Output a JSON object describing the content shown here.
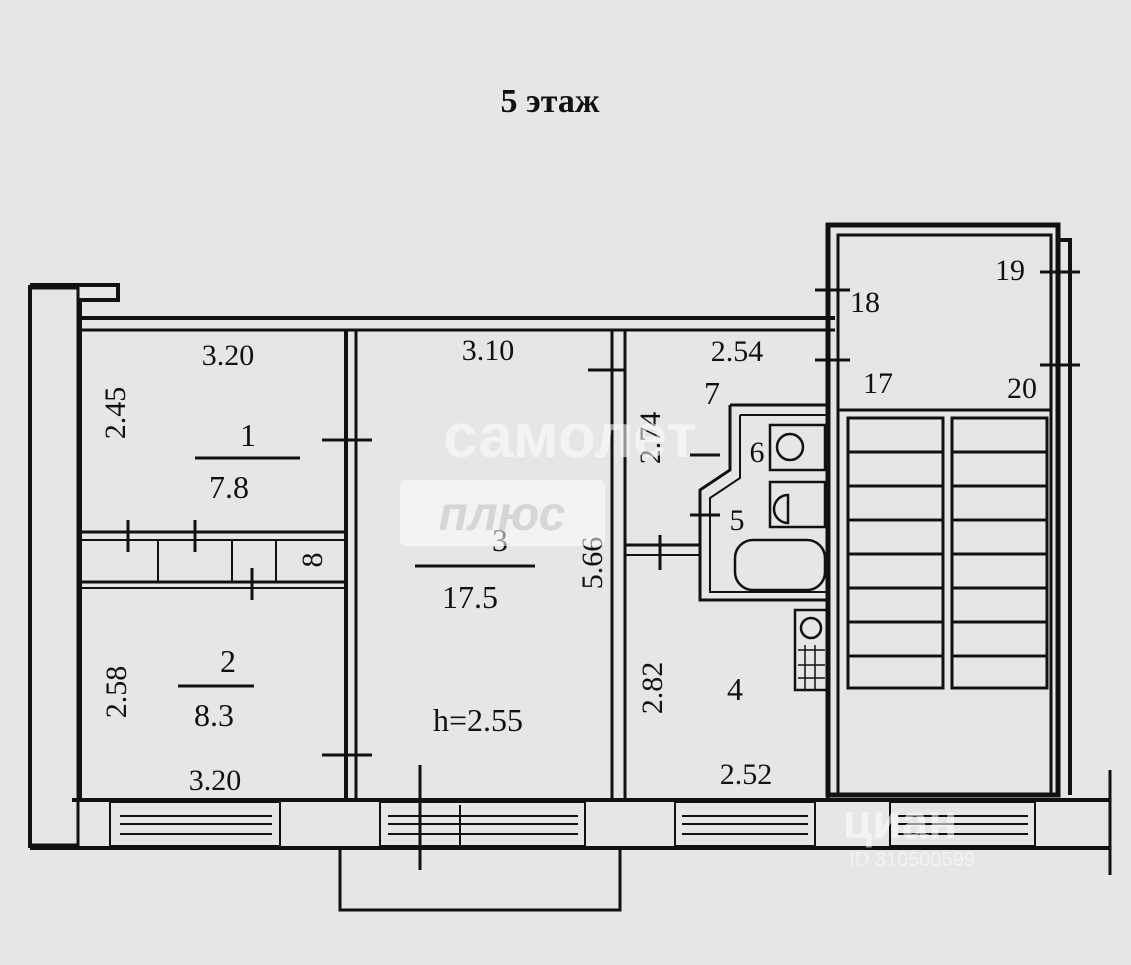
{
  "floor_title": "5 этаж",
  "rooms": [
    {
      "number": "1",
      "area": "7.8",
      "width_top": "3.20",
      "height_left": "2.45"
    },
    {
      "number": "2",
      "area": "8.3",
      "width_bottom": "3.20",
      "height_left": "2.58"
    },
    {
      "number": "3",
      "area": "17.5",
      "width_top": "3.10",
      "height_right": "5.66",
      "ceiling": "h=2.55"
    },
    {
      "number": "4",
      "width_bottom": "2.52",
      "height_left": "2.82"
    },
    {
      "number": "5"
    },
    {
      "number": "6"
    },
    {
      "number": "7",
      "width_top": "2.54",
      "height_left": "2.74"
    },
    {
      "number": "8"
    }
  ],
  "stair_labels": [
    "18",
    "19",
    "17",
    "20"
  ],
  "watermarks": {
    "samolet_top": "самолет",
    "samolet_bottom": "плюс",
    "cian": "циан",
    "cian_id": "ID 310500599"
  },
  "colors": {
    "paper": "#e6e6e4",
    "ink": "#111111",
    "watermark": "#ffffff"
  }
}
